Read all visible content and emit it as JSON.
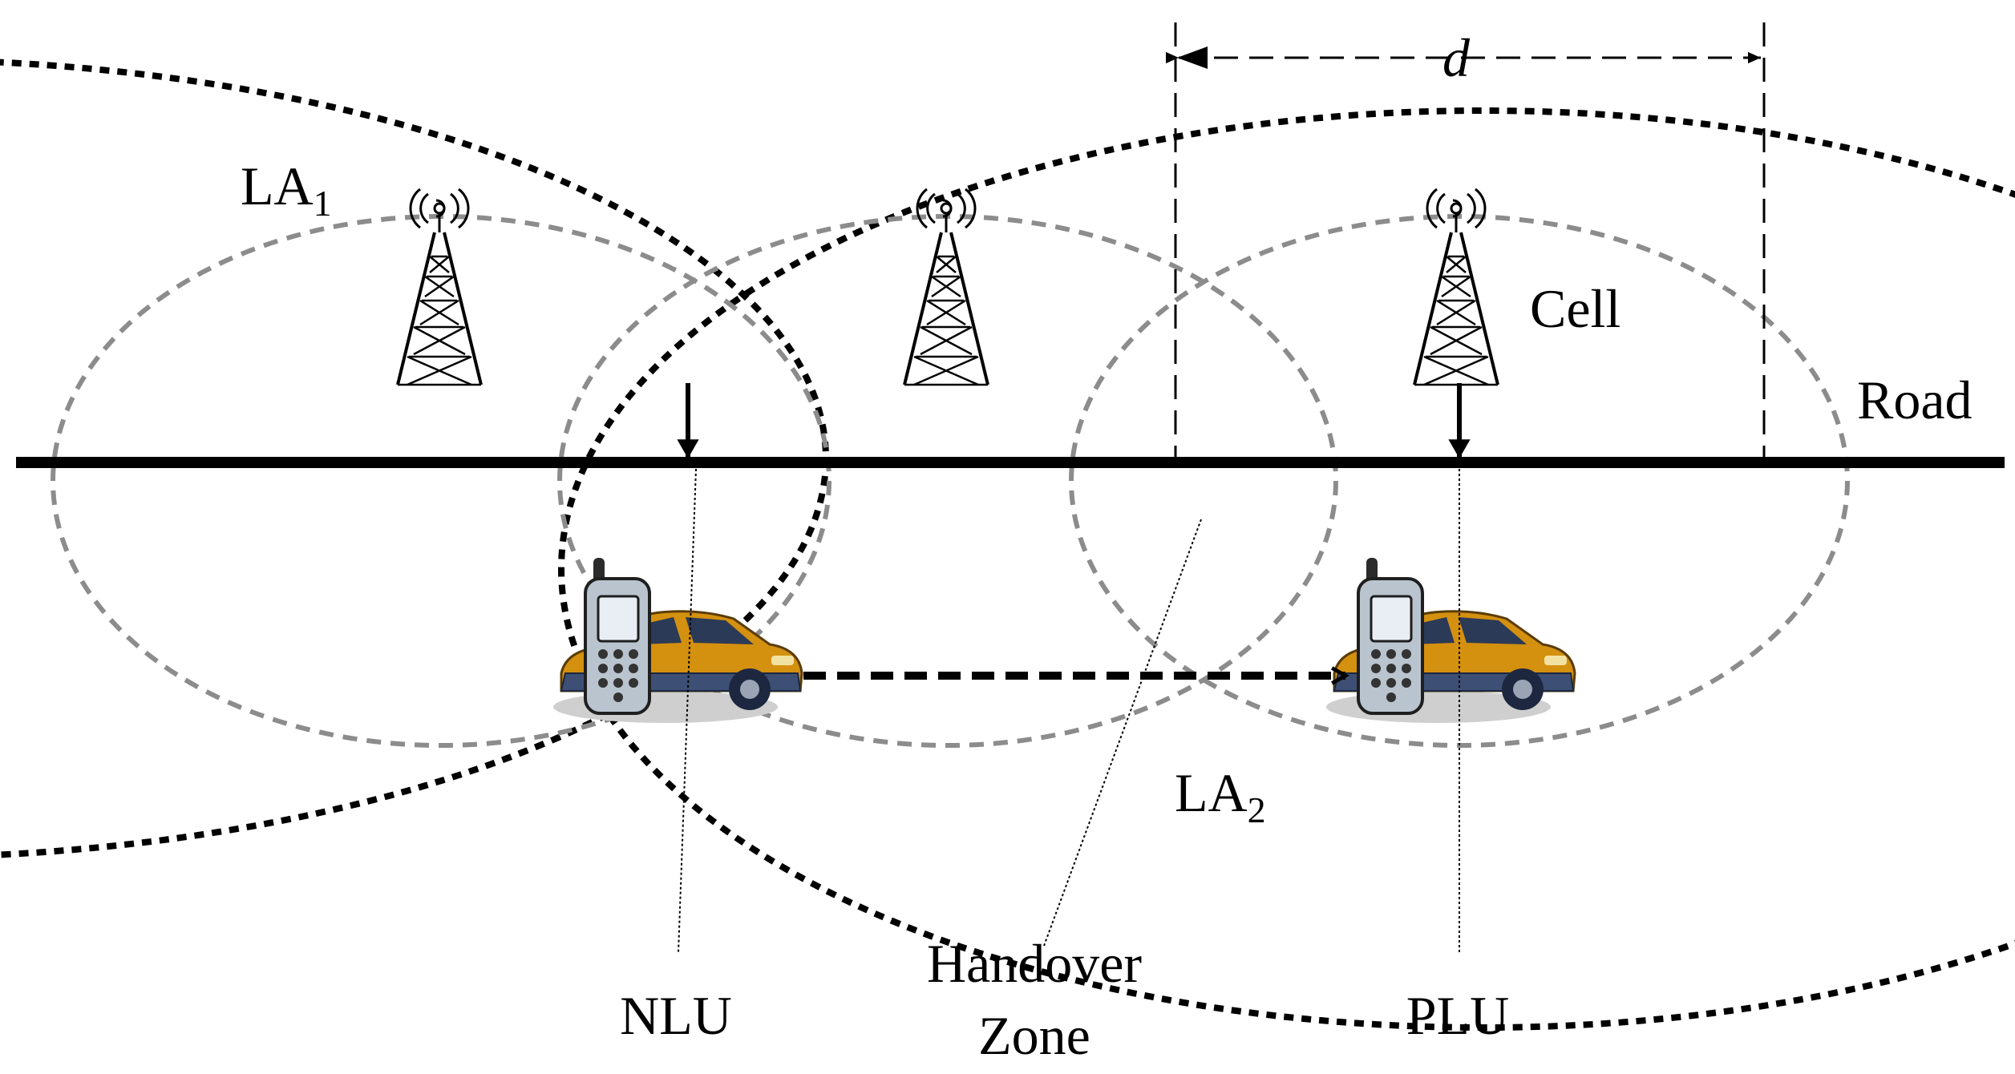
{
  "labels": {
    "la1_main": "LA",
    "la1_sub": "1",
    "la2_main": "LA",
    "la2_sub": "2",
    "cell": "Cell",
    "road": "Road",
    "distance": "d",
    "nlu": "NLU",
    "plu": "PLU",
    "handover_line1": "Handover",
    "handover_line2": "Zone"
  },
  "colors": {
    "location_area_boundary": "#000000",
    "cell_boundary": "#8c8c8c",
    "road": "#000000",
    "car_body": "#d4900f",
    "car_dark": "#2b3a57",
    "phone": "#b9c4cf"
  }
}
